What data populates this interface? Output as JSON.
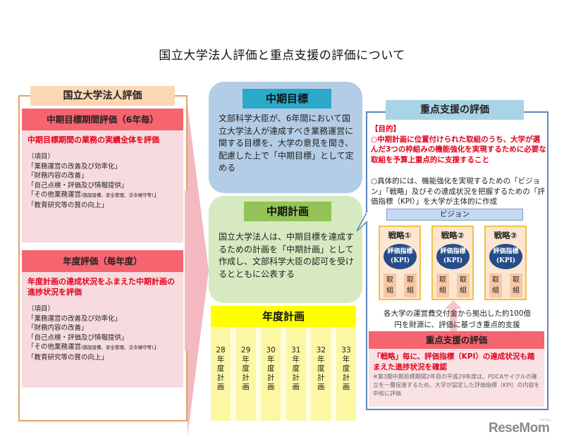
{
  "title": "国立大学法人評価と重点支援の評価について",
  "left": {
    "header": "国立大学法人評価",
    "midterm_eval": {
      "heading": "中期目標期間評価（6年毎）",
      "lead": "中期目標期間の業務の実績全体を評価",
      "items_label": "（項目）",
      "items": [
        "「業務運営の改善及び効率化」",
        "「財務内容の改善」",
        "「自己点検・評価及び情報提供」",
        "「その他業務運営",
        "「教育研究等の質の向上」"
      ],
      "item4_small": "(施設設備、安全管理、法令順守等)",
      "item4_close": "」"
    },
    "annual_eval": {
      "heading": "年度評価（毎年度）",
      "lead": "年度計画の達成状況をふまえた中期計画の進捗状況を評価",
      "items_label": "（項目）",
      "items": [
        "「業務運営の改善及び効率化」",
        "「財務内容の改善」",
        "「自己点検・評価及び情報提供」",
        "「その他業務運営",
        "「教育研究等の質の向上」"
      ],
      "item4_small": "(施設設備、安全管理、法令順守等)",
      "item4_close": "」"
    }
  },
  "middle": {
    "goal": {
      "heading": "中期目標",
      "text": "文部科学大臣が、6年間において国立大学法人が達成すべき業務運営に関する目標を、大学の意見を聞き、配慮した上で「中期目標」として定める"
    },
    "plan": {
      "heading": "中期計画",
      "text": "国立大学法人は、中期目標を達成するための計画を「中期計画」として作成し、文部科学大臣の認可を受けるとともに公表する"
    },
    "annual_plan": {
      "heading": "年度計画",
      "years": [
        {
          "num": "28",
          "chars": [
            "年",
            "度",
            "計",
            "画"
          ]
        },
        {
          "num": "29",
          "chars": [
            "年",
            "度",
            "計",
            "画"
          ]
        },
        {
          "num": "30",
          "chars": [
            "年",
            "度",
            "計",
            "画"
          ]
        },
        {
          "num": "31",
          "chars": [
            "年",
            "度",
            "計",
            "画"
          ]
        },
        {
          "num": "32",
          "chars": [
            "年",
            "度",
            "計",
            "画"
          ]
        },
        {
          "num": "33",
          "chars": [
            "年",
            "度",
            "計",
            "画"
          ]
        }
      ]
    }
  },
  "right": {
    "header": "重点支援の評価",
    "purpose_label": "【目的】",
    "purpose_text": "○中期計画に位置付けられた取組のうち、大学が選んだ3つの枠組みの機能強化を実現するために必要な取組を予算上重点的に支援すること",
    "concrete_text": "○具体的には、機能強化を実現するための「ビジョン」「戦略」及びその達成状況を把握するための「評価指標（KPI）」を大学が主体的に作成",
    "vision": "ビジョン",
    "strategies": [
      {
        "name": "戦略①",
        "kpi_line1": "評価指標",
        "kpi_line2": "(KPI)",
        "effort": "取組"
      },
      {
        "name": "戦略②",
        "kpi_line1": "評価指標",
        "kpi_line2": "(KPI)",
        "effort": "取組"
      },
      {
        "name": "戦略③",
        "kpi_line1": "評価指標",
        "kpi_line2": "(KPI)",
        "effort": "取組"
      }
    ],
    "funding_line1": "各大学の運営費交付金から拠出した約100億",
    "funding_line2": "円を財源に、評価に基づき重点的支援",
    "focus_eval": {
      "heading": "重点支援の評価",
      "lead": "「戦略」毎に、評価指標（KPI）の達成状況も踏まえた進捗状況を確認",
      "note": "※第3期中期目標期間2年目の平成29年度は、PDCAサイクルの確立を一層促進するため、大学が設定した評価指標（KPI）の内容を中核に評価"
    }
  },
  "logo": {
    "text": "ReseMom",
    "ruby": "リセマム"
  },
  "colors": {
    "red_text": "#e3001b",
    "pink_header": "#f5646f",
    "pink_bg": "#f6dbdf",
    "orange_frame": "#e0a36a",
    "blue_goal": "#b3cde6",
    "teal_header": "#2ca9c9",
    "green_plan": "#d7e9c0",
    "green_header": "#93c356",
    "yellow_header": "#ffff00",
    "navy_kpi": "#264d89",
    "blue_frame": "#5b86bd"
  }
}
